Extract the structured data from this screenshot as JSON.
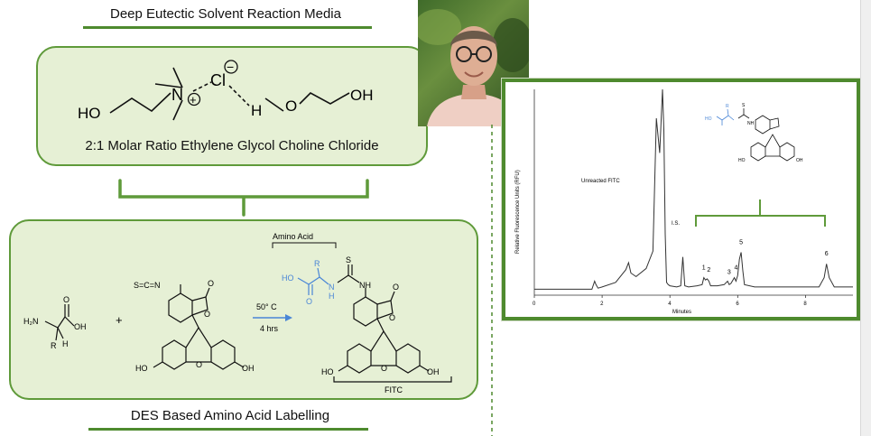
{
  "top_section": {
    "title": "Deep Eutectic Solvent Reaction Media",
    "caption": "2:1 Molar Ratio Ethylene Glycol Choline Chloride",
    "labels": {
      "ho_left": "HO",
      "n_plus": "N",
      "plus": "+",
      "cl": "Cl",
      "minus": "−",
      "h": "H",
      "o": "O",
      "oh": "OH"
    }
  },
  "bottom_section": {
    "title": "DES Based Amino Acid Labelling",
    "amino_acid_bracket": "Amino Acid",
    "fitc_bracket": "FITC",
    "plus": "+",
    "condition_temp": "50° C",
    "condition_time": "4 hrs",
    "atoms": {
      "h2n": "H₂N",
      "r": "R",
      "h": "H",
      "o": "O",
      "oh": "OH",
      "ho": "HO",
      "scn": "S=C=N",
      "nh": "NH",
      "n": "N",
      "s": "S"
    }
  },
  "chart": {
    "ylabel": "Relative Fluorescence Units (RFU)",
    "xlabel": "Minutes",
    "unreacted_label": "Unreacted FITC",
    "is_label": "I.S.",
    "peak_labels": [
      "1",
      "2",
      "3",
      "4",
      "5",
      "6"
    ],
    "x_ticks": [
      "0",
      "2",
      "4",
      "6",
      "8"
    ]
  },
  "chart_data": {
    "type": "line",
    "xlabel": "Minutes",
    "ylabel": "Relative Fluorescence Units (RFU)",
    "xlim": [
      0,
      9.4
    ],
    "x_ticks": [
      0,
      2,
      4,
      6,
      8
    ],
    "series": [
      {
        "x": [
          0,
          1.7,
          1.78,
          1.82,
          1.88,
          2.0,
          2.4,
          2.7,
          2.78,
          2.85,
          3.0,
          3.3,
          3.5,
          3.6,
          3.7,
          3.78,
          3.82,
          3.86,
          3.9,
          3.95,
          4.0,
          4.2,
          4.32,
          4.38,
          4.44,
          4.55,
          4.8,
          4.95,
          5.0,
          5.05,
          5.1,
          5.15,
          5.2,
          5.4,
          5.6,
          5.7,
          5.75,
          5.8,
          5.9,
          5.95,
          6.0,
          6.05,
          6.1,
          6.15,
          6.2,
          6.5,
          7.5,
          8.4,
          8.55,
          8.62,
          8.7,
          8.85,
          9.4
        ],
        "y": [
          2,
          2,
          9,
          6,
          3,
          4,
          8,
          19,
          25,
          16,
          13,
          20,
          35,
          150,
          120,
          175,
          140,
          50,
          8,
          6,
          5,
          4,
          5,
          30,
          5,
          4,
          5,
          6,
          12,
          10,
          11,
          9,
          5,
          5,
          6,
          9,
          6,
          7,
          12,
          9,
          14,
          28,
          34,
          18,
          6,
          4,
          4,
          4,
          12,
          24,
          12,
          4,
          4
        ]
      }
    ]
  }
}
